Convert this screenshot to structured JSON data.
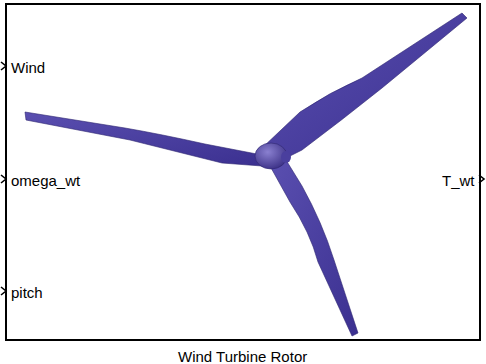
{
  "diagram": {
    "nodes": [
      {
        "text": [
          "Wind Turbine Rotor",
          "Wind",
          "omega_wt",
          "pitch",
          "T_wt"
        ]
      }
    ]
  }
}
